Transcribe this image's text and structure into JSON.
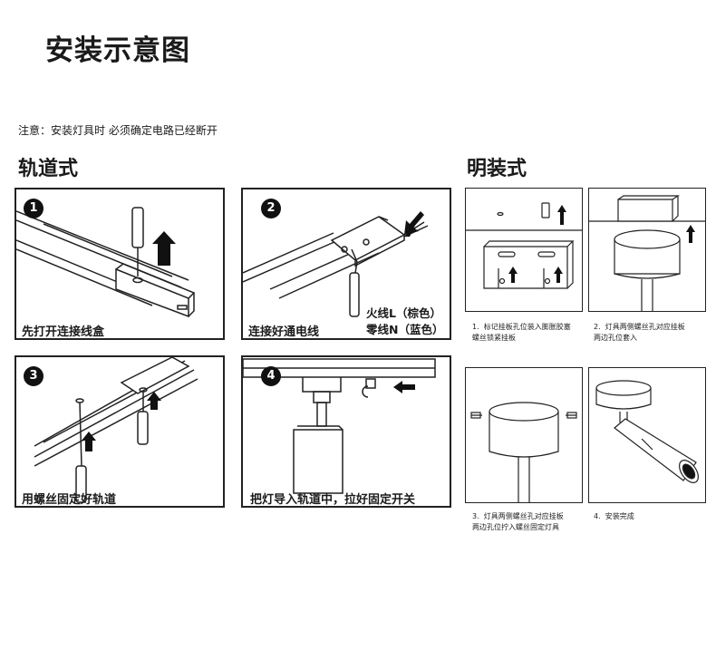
{
  "page": {
    "title": "安装示意图",
    "notice": "注意：安装灯具时 必须确定电路已经断开"
  },
  "track": {
    "heading": "轨道式",
    "steps": [
      {
        "num": "1",
        "caption": "先打开连接线盒"
      },
      {
        "num": "2",
        "caption": "连接好通电线",
        "live_wire": "火线L（棕色）",
        "neutral_wire": "零线N（蓝色）"
      },
      {
        "num": "3",
        "caption": "用螺丝固定好轨道"
      },
      {
        "num": "4",
        "caption": "把灯导入轨道中，拉好固定开关"
      }
    ]
  },
  "surface": {
    "heading": "明装式",
    "steps": [
      {
        "num": "1.",
        "caption_line1": "标记挂板孔位装入膨胀胶塞",
        "caption_line2": "螺丝锁紧挂板"
      },
      {
        "num": "2.",
        "caption_line1": "灯具两侧螺丝孔对应挂板",
        "caption_line2": "两边孔位套入"
      },
      {
        "num": "3.",
        "caption_line1": "灯具两侧螺丝孔对应挂板",
        "caption_line2": "两边孔位拧入螺丝固定灯具"
      },
      {
        "num": "4.",
        "caption_line1": "安装完成",
        "caption_line2": ""
      }
    ]
  },
  "colors": {
    "line": "#222222",
    "fill": "#ffffff",
    "badge": "#111111"
  }
}
